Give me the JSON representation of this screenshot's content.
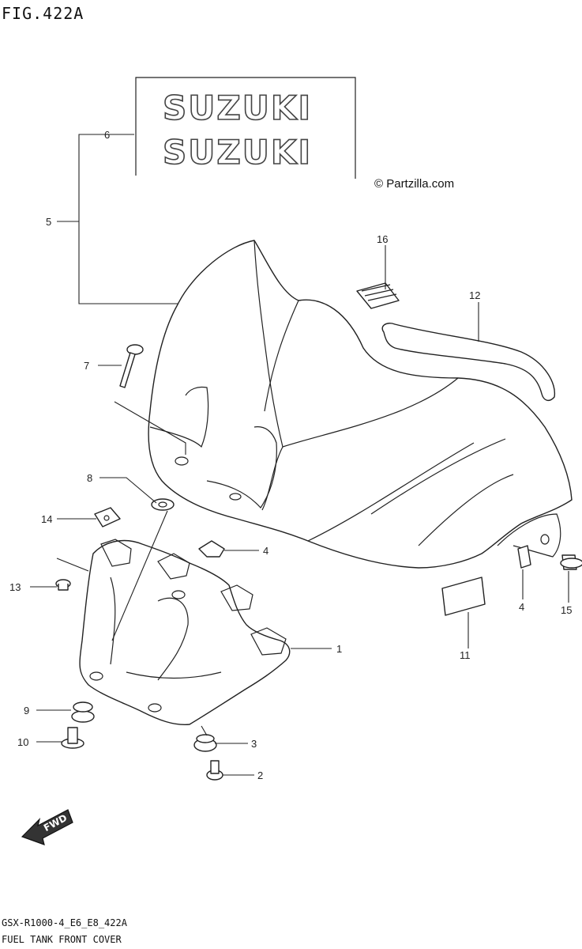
{
  "header": {
    "figure_title": "FIG.422A"
  },
  "watermark": {
    "text": "© Partzilla.com"
  },
  "emblem": {
    "logo_text": "SUZUKI"
  },
  "callouts": [
    "1",
    "2",
    "3",
    "4",
    "4",
    "5",
    "6",
    "7",
    "8",
    "9",
    "10",
    "11",
    "12",
    "13",
    "14",
    "15",
    "16"
  ],
  "direction": {
    "fwd_label": "FWD"
  },
  "footer": {
    "code": "GSX-R1000-4_E6_E8_422A",
    "caption": "FUEL TANK FRONT COVER"
  }
}
